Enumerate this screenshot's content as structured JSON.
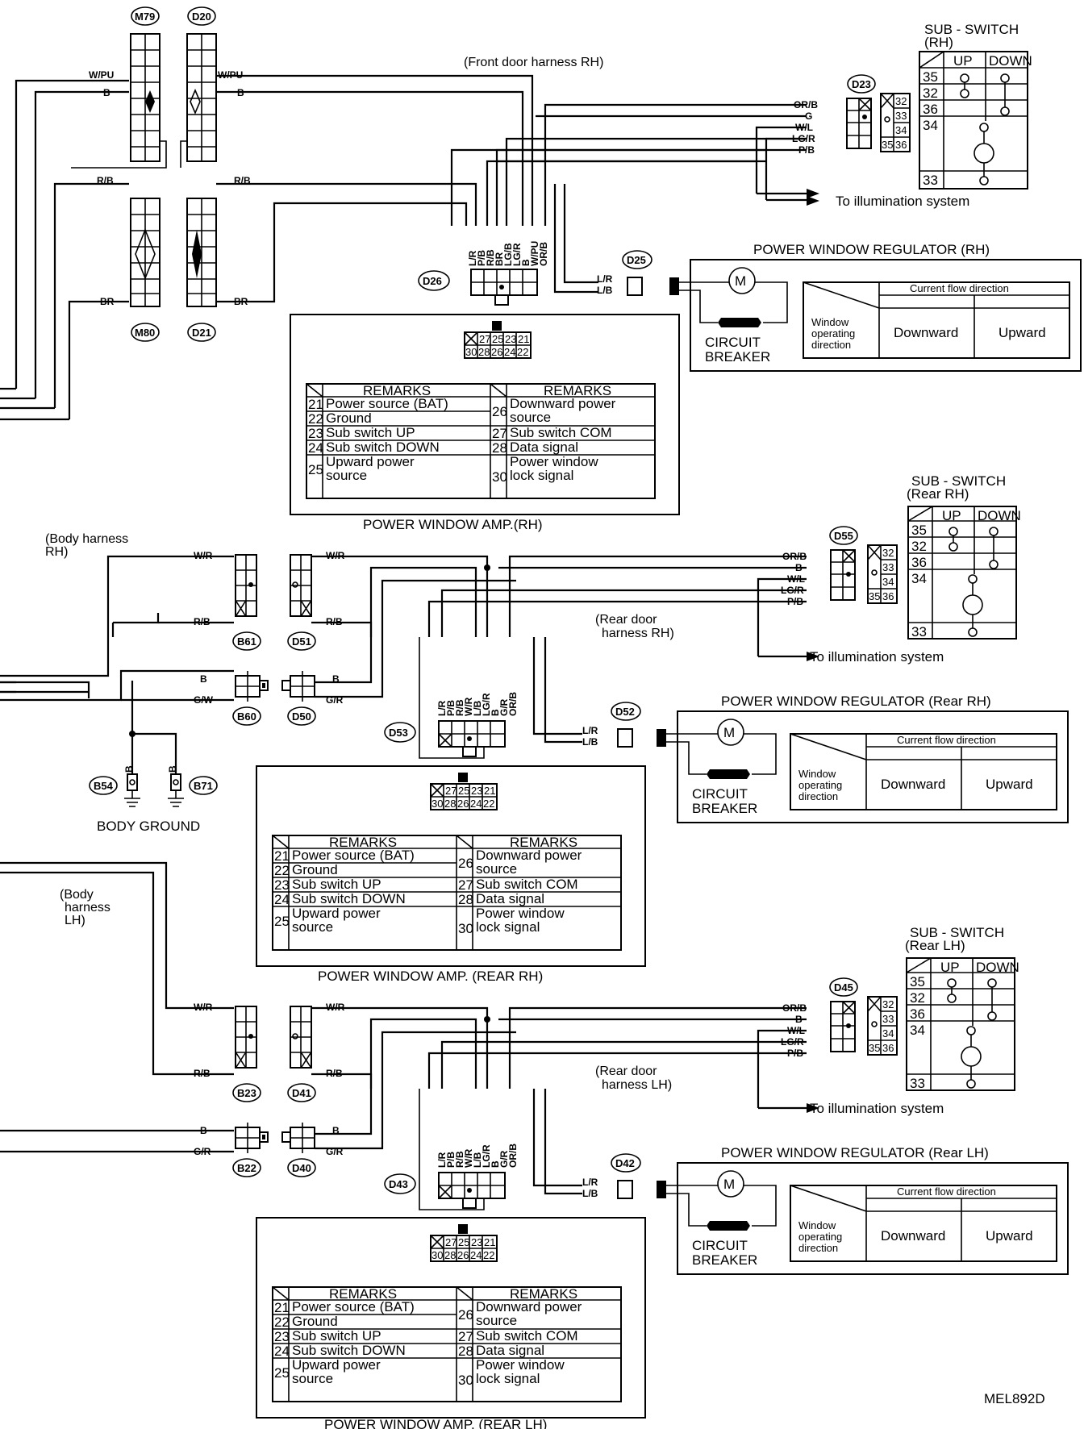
{
  "diagram_code": "MEL892D",
  "harness": {
    "front_rh": "(Front door harness RH)",
    "rear_rh": [
      "(Rear door",
      "harness RH)"
    ],
    "rear_lh": [
      "(Rear door",
      "harness LH)"
    ],
    "body_rh": [
      "(Body harness",
      "RH)"
    ],
    "body_lh": [
      "(Body",
      "harness",
      "LH)"
    ]
  },
  "connectors": {
    "m79": "M79",
    "d20": "D20",
    "m80": "M80",
    "d21": "D21",
    "d23": "D23",
    "d25": "D25",
    "d26": "D26",
    "d55": "D55",
    "b61": "B61",
    "d51": "D51",
    "b60": "B60",
    "d50": "D50",
    "d53": "D53",
    "d52": "D52",
    "b54": "B54",
    "b71": "B71",
    "d45": "D45",
    "b23": "B23",
    "d41": "D41",
    "b22": "B22",
    "d40": "D40",
    "d43": "D43",
    "d42": "D42"
  },
  "wires": {
    "w_pu": "W/PU",
    "b": "B",
    "r_b": "R/B",
    "br": "BR",
    "or_b": "OR/B",
    "g": "G",
    "w_l": "W/L",
    "lg_r": "LG/R",
    "p_b": "P/B",
    "l_r": "L/R",
    "l_b": "L/B",
    "w_r": "W/R",
    "g_w": "G/W",
    "g_r": "G/R"
  },
  "vertical_labels": {
    "front": [
      "L/R",
      "P/B",
      "R/B",
      "BR",
      "LG/B",
      "LG/R",
      "B",
      "W/PU",
      "OR/B"
    ],
    "rear": [
      "L/R",
      "P/B",
      "R/B",
      "W/R",
      "L/B",
      "LG/R",
      "B",
      "G/R",
      "OR/B"
    ]
  },
  "illumination": "To illumination system",
  "body_ground": "BODY GROUND",
  "sub_switch": {
    "title": "SUB - SWITCH",
    "rh": "(RH)",
    "rear_rh": "(Rear RH)",
    "rear_lh": "(Rear LH)",
    "up": "UP",
    "down": "DOWN",
    "rows": [
      "35",
      "32",
      "36",
      "34",
      "33"
    ]
  },
  "side_pins": [
    "32",
    "33",
    "34",
    "35",
    "36"
  ],
  "regulator": {
    "rh": "POWER WINDOW REGULATOR (RH)",
    "rear_rh": "POWER WINDOW REGULATOR (Rear RH)",
    "rear_lh": "POWER WINDOW REGULATOR (Rear LH)",
    "circuit": "CIRCUIT",
    "breaker": "BREAKER",
    "current_flow": "Current flow direction",
    "window": "Window",
    "operating": "operating",
    "direction": "direction",
    "downward": "Downward",
    "upward": "Upward"
  },
  "amp": {
    "rh": "POWER WINDOW AMP.(RH)",
    "rear_rh": "POWER WINDOW AMP. (REAR RH)",
    "rear_lh": "POWER WINDOW AMP. (REAR LH)",
    "pins_top": [
      "27",
      "25",
      "23",
      "21"
    ],
    "pins_bottom": [
      "30",
      "28",
      "26",
      "24",
      "22"
    ],
    "remarks": "REMARKS",
    "left": [
      {
        "pin": "21",
        "text": "Power source (BAT)"
      },
      {
        "pin": "22",
        "text": "Ground"
      },
      {
        "pin": "23",
        "text": "Sub switch UP"
      },
      {
        "pin": "24",
        "text": "Sub switch DOWN"
      },
      {
        "pin": "25",
        "text": [
          "Upward power",
          "source"
        ]
      }
    ],
    "right": [
      {
        "pin": "26",
        "text": [
          "Downward power",
          "source"
        ]
      },
      {
        "pin": "27",
        "text": "Sub switch COM"
      },
      {
        "pin": "28",
        "text": "Data signal"
      },
      {
        "pin": "30",
        "text": [
          "Power window",
          "lock signal"
        ]
      }
    ]
  }
}
